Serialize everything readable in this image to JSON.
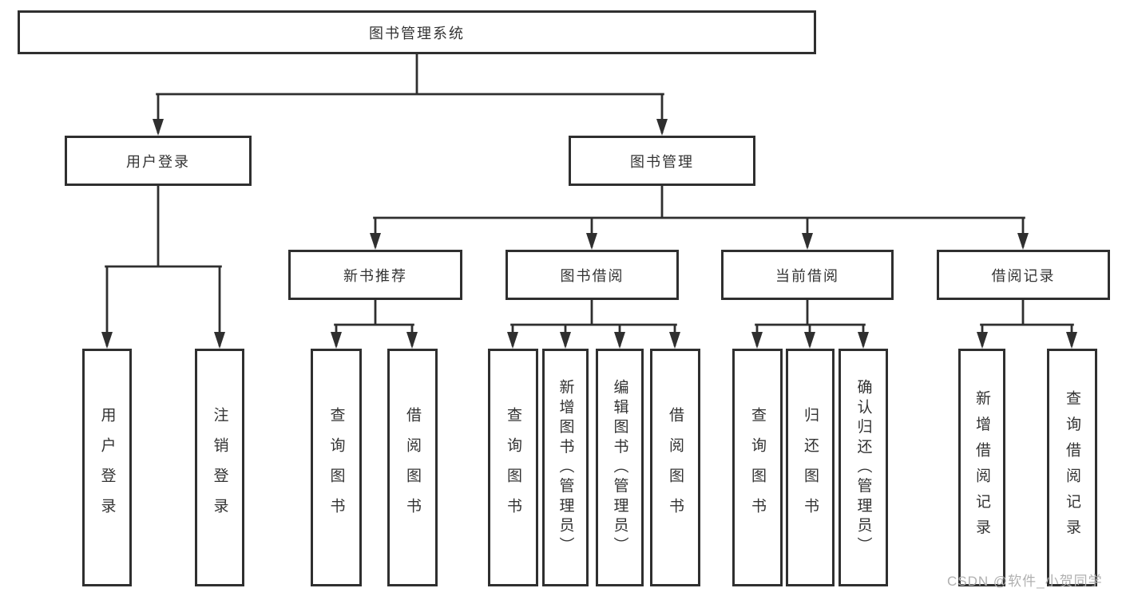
{
  "diagram": {
    "root": {
      "label": "图书管理系统"
    },
    "level2": [
      {
        "label": "用户登录"
      },
      {
        "label": "图书管理"
      }
    ],
    "level3": [
      {
        "label": "新书推荐",
        "parent": "图书管理"
      },
      {
        "label": "图书借阅",
        "parent": "图书管理"
      },
      {
        "label": "当前借阅",
        "parent": "图书管理"
      },
      {
        "label": "借阅记录",
        "parent": "图书管理"
      }
    ],
    "leaves": [
      {
        "label": "用户登录",
        "parent": "用户登录"
      },
      {
        "label": "注销登录",
        "parent": "用户登录"
      },
      {
        "label": "查询图书",
        "parent": "新书推荐"
      },
      {
        "label": "借阅图书",
        "parent": "新书推荐"
      },
      {
        "label": "查询图书",
        "parent": "图书借阅"
      },
      {
        "label": "新增图书（管理员）",
        "parent": "图书借阅"
      },
      {
        "label": "编辑图书（管理员）",
        "parent": "图书借阅"
      },
      {
        "label": "借阅图书",
        "parent": "图书借阅"
      },
      {
        "label": "查询图书",
        "parent": "当前借阅"
      },
      {
        "label": "归还图书",
        "parent": "当前借阅"
      },
      {
        "label": "确认归还（管理员）",
        "parent": "当前借阅"
      },
      {
        "label": "新增借阅记录",
        "parent": "借阅记录"
      },
      {
        "label": "查询借阅记录",
        "parent": "借阅记录"
      }
    ]
  },
  "watermark": {
    "text": "CSDN @软件_小贺同学"
  },
  "colors": {
    "line": "#2f2f2f",
    "text": "#333333",
    "background": "#ffffff",
    "watermark": "#b0b0b0"
  }
}
